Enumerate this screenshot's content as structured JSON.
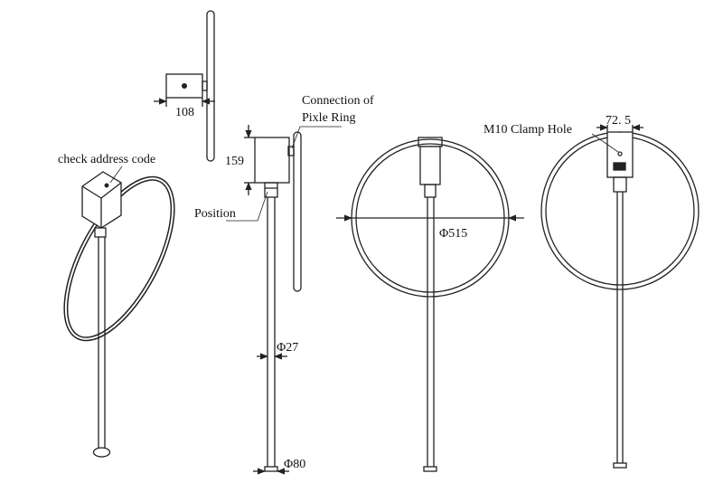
{
  "labels": {
    "dim_108": "108",
    "connection_line1": "Connection of",
    "connection_line2": "Pixle Ring",
    "dim_159": "159",
    "check_address": "check address code",
    "position": "Position",
    "dim_27": "Φ27",
    "dim_80": "Φ80",
    "dim_515": "Φ515",
    "clamp_hole": "M10 Clamp Hole",
    "dim_72_5": "72. 5"
  },
  "colors": {
    "line": "#222222",
    "background": "#ffffff"
  }
}
